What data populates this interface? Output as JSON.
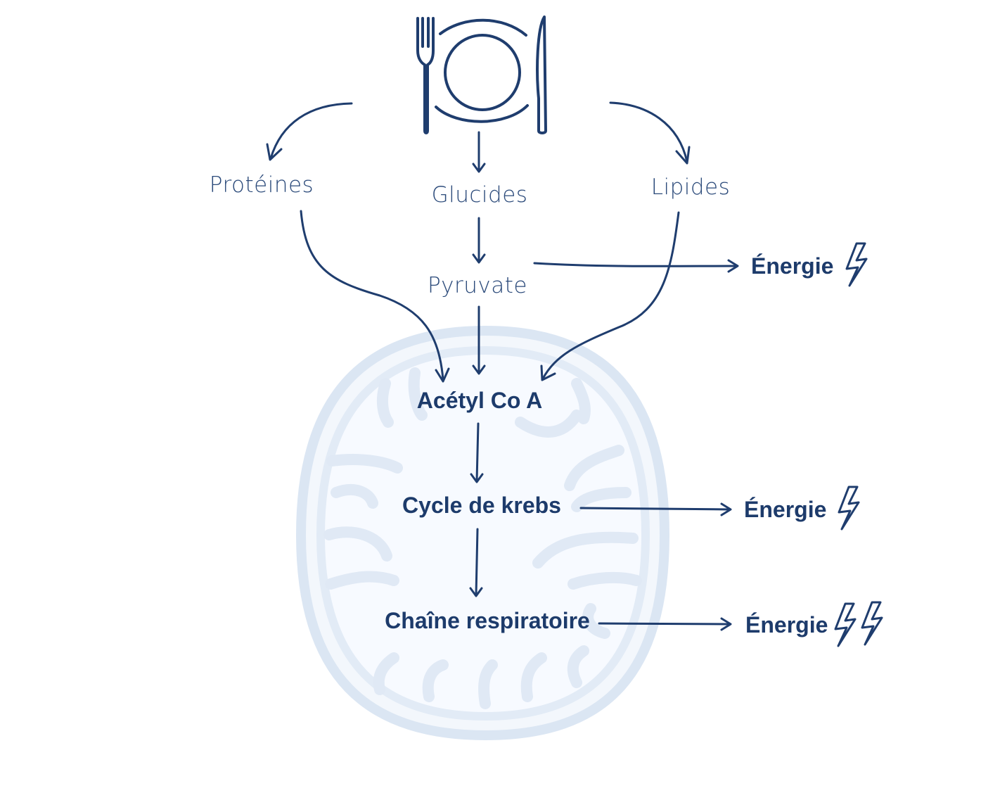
{
  "nodes": {
    "proteines": "Protéines",
    "glucides": "Glucides",
    "lipides": "Lipides",
    "pyruvate": "Pyruvate",
    "acetyl": "Acétyl Co A",
    "krebs": "Cycle de krebs",
    "chaine": "Chaîne respiratoire"
  },
  "energy": {
    "pyruvate": "Énergie",
    "krebs": "Énergie",
    "chaine": "Énergie"
  },
  "icons": {
    "meal": "plate-fork-knife-icon",
    "bolt": "lightning-bolt-icon",
    "mitochondrion": "mitochondrion-illustration"
  },
  "colors": {
    "ink": "#1f3d6e",
    "mitochondrion": "#dbe6f3"
  }
}
